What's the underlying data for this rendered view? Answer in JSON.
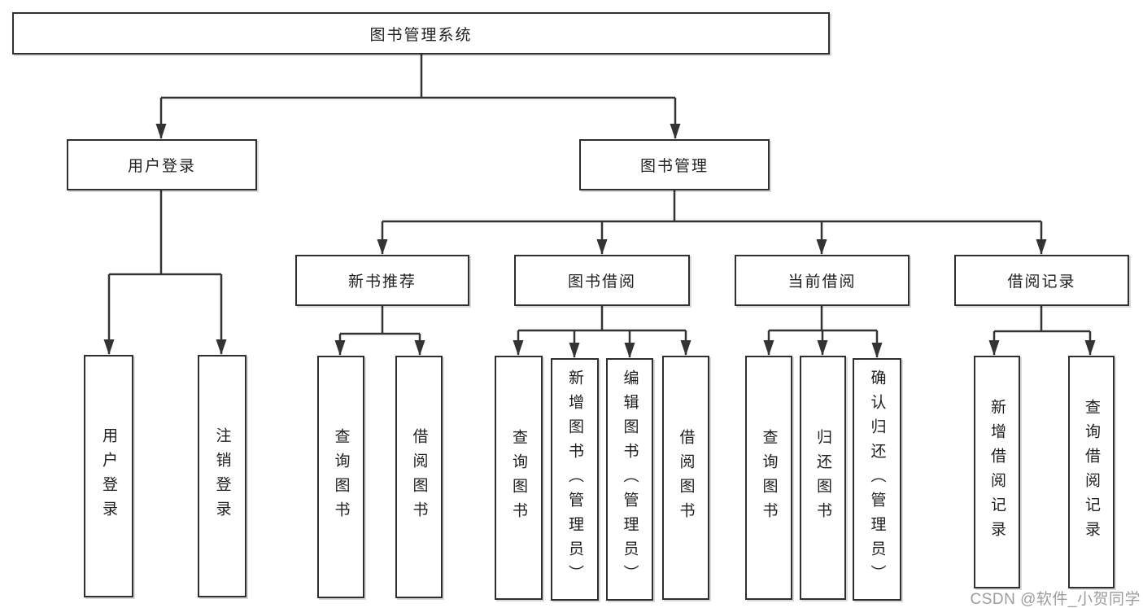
{
  "colors": {
    "background": "#ffffff",
    "line": "#333333",
    "box_border": "#2f2f2f",
    "text": "#1f1f1f",
    "watermark": "#9c9c9c"
  },
  "diagram": {
    "tree": {
      "label": "图书管理系统",
      "children": [
        {
          "label": "用户登录",
          "children": [
            {
              "label": "用户登录"
            },
            {
              "label": "注销登录"
            }
          ]
        },
        {
          "label": "图书管理",
          "children": [
            {
              "label": "新书推荐",
              "children": [
                {
                  "label": "查询图书"
                },
                {
                  "label": "借阅图书"
                }
              ]
            },
            {
              "label": "图书借阅",
              "children": [
                {
                  "label": "查询图书"
                },
                {
                  "label": "新增图书（管理员）"
                },
                {
                  "label": "编辑图书（管理员）"
                },
                {
                  "label": "借阅图书"
                }
              ]
            },
            {
              "label": "当前借阅",
              "children": [
                {
                  "label": "查询图书"
                },
                {
                  "label": "归还图书"
                },
                {
                  "label": "确认归还（管理员）"
                }
              ]
            },
            {
              "label": "借阅记录",
              "children": [
                {
                  "label": "新增借阅记录"
                },
                {
                  "label": "查询借阅记录"
                }
              ]
            }
          ]
        }
      ]
    }
  },
  "watermark": {
    "text": "CSDN @软件_小贺同学"
  }
}
